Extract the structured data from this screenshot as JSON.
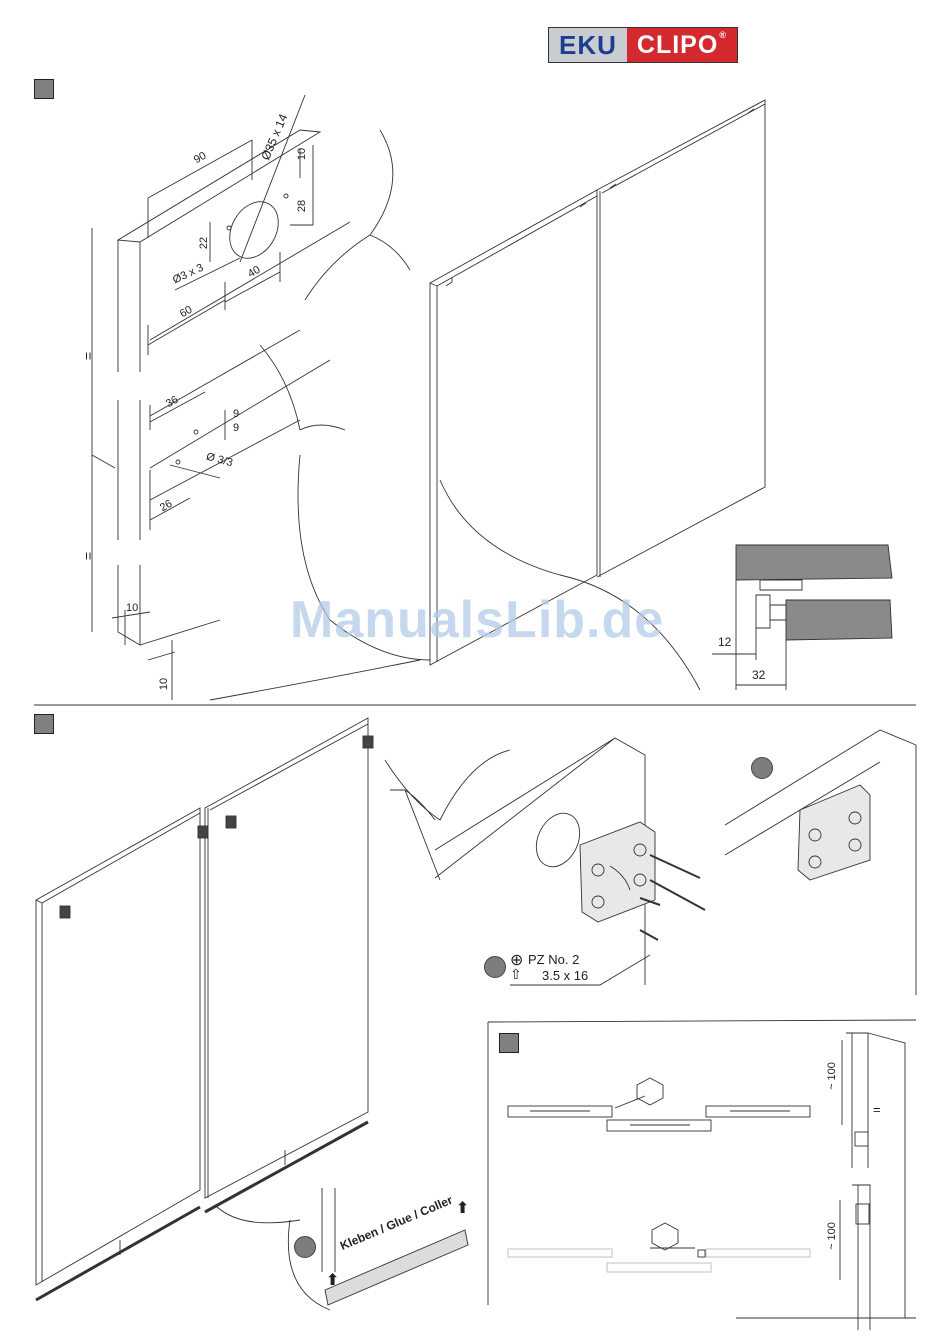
{
  "logo": {
    "left": "EKU",
    "right": "CLIPO",
    "reg": "®"
  },
  "watermark": "ManualsLib.de",
  "section1": {
    "dims": {
      "d90": "90",
      "dia35": "Ø35 x 14",
      "d10a": "10",
      "d28": "28",
      "d22": "22",
      "dia3": "Ø3 x 3",
      "d40": "40",
      "d60": "60",
      "eq1": "=",
      "eq2": "=",
      "d36": "36",
      "d9a": "9",
      "d9b": "9",
      "dia33": "Ø 3/3",
      "d26": "26",
      "d10b": "10",
      "d10c": "10"
    },
    "detail": {
      "d12": "12",
      "d32": "32"
    }
  },
  "section2": {
    "screw": {
      "drive": "PZ No. 2",
      "size": "3.5 x 16"
    }
  },
  "section3": {
    "dims": {
      "top": "~ 100",
      "bottom": "~ 100",
      "eq": "="
    }
  },
  "glue_strip": {
    "label": "Kleben / Glue / Coller"
  }
}
